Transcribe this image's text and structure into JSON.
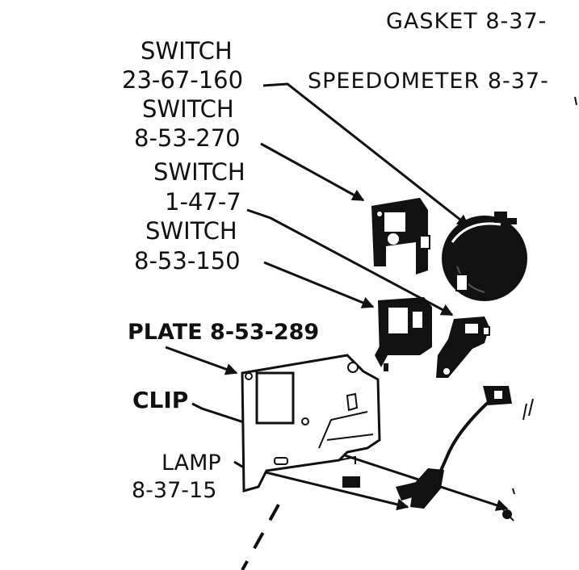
{
  "labels": {
    "gasket": "GASKET 8-37-",
    "speedometer": "SPEEDOMETER 8-37-",
    "switch_a_name": "SWITCH",
    "switch_a_num": "23-67-160",
    "switch_b_name": "SWITCH",
    "switch_b_num": "8-53-270",
    "switch_c_name": "SWITCH",
    "switch_c_num": "1-47-7",
    "switch_d_name": "SWITCH",
    "switch_d_num": "8-53-150",
    "plate": "PLATE 8-53-289",
    "clip": "CLIP",
    "lamp_name": "LAMP",
    "lamp_num": "8-37-15"
  },
  "colors": {
    "ink": "#111111",
    "paper": "#ffffff"
  },
  "parts": [
    "speedometer-sphere",
    "switch-bracket",
    "toggle-switch",
    "small-switch",
    "mounting-plate",
    "lamp-socket",
    "clip"
  ]
}
